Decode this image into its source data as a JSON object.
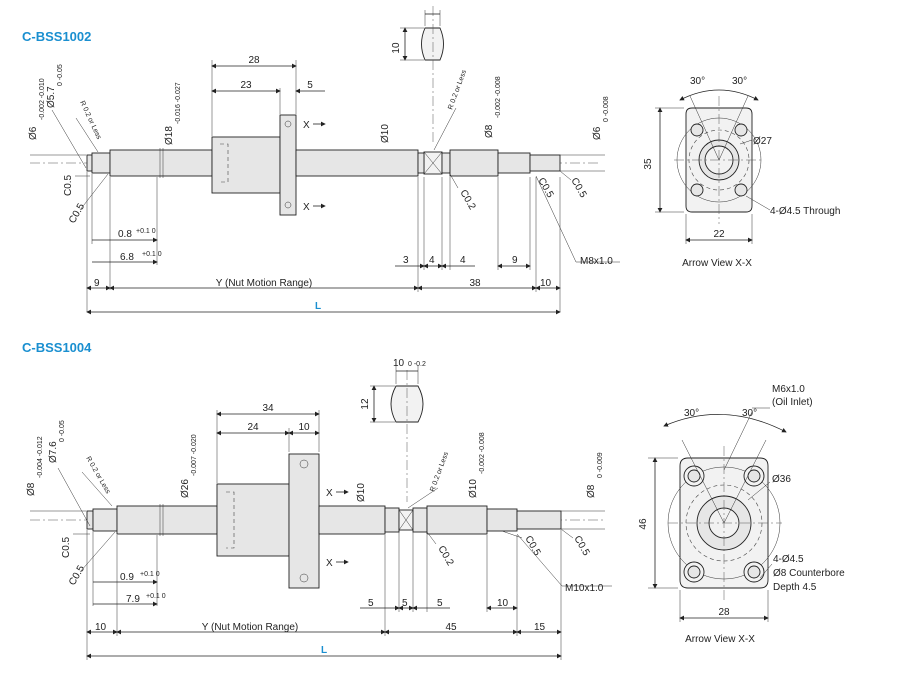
{
  "bss1002": {
    "title": "C-BSS1002",
    "flat_width": "10",
    "shaft_dia": "Ø6",
    "shaft_tol": "-0.002 -0.010",
    "journal_dia": "Ø5.7",
    "journal_tol": "0 -0.05",
    "fillet_left": "R 0.2 or Less",
    "nut_dia": "Ø18",
    "nut_tol": "-0.016 -0.027",
    "dim_28": "28",
    "dim_23": "23",
    "dim_5": "5",
    "x_mark": "X",
    "screw_dia": "Ø10",
    "fillet_right": "R 0.2 or Less",
    "bearing_dia": "Ø8",
    "bearing_tol": "-0.002 -0.008",
    "end_dia": "Ø6",
    "end_tol": "0 -0.008",
    "c05": "C0.5",
    "c02": "C0.2",
    "groove_a": "0.8",
    "groove_a_tol": "+0.1 0",
    "groove_b": "6.8",
    "groove_b_tol": "+0.1 0",
    "d3": "3",
    "d4a": "4",
    "d4b": "4",
    "d9r": "9",
    "thread": "M8x1.0",
    "d9l": "9",
    "y_range": "Y (Nut Motion Range)",
    "d38": "38",
    "d10": "10",
    "total": "L",
    "angle_a": "30°",
    "angle_b": "30°",
    "pcd": "Ø27",
    "height": "35",
    "holes": "4-Ø4.5 Through",
    "width": "22",
    "view": "Arrow View X-X"
  },
  "bss1004": {
    "title": "C-BSS1004",
    "flat_width": "10",
    "flat_tol": "0 -0.2",
    "flat_height": "12",
    "shaft_dia": "Ø8",
    "shaft_tol": "-0.004 -0.012",
    "journal_dia": "Ø7.6",
    "journal_tol": "0 -0.05",
    "fillet_left": "R 0.2 or Less",
    "nut_dia": "Ø26",
    "nut_tol": "-0.007 -0.020",
    "dim_34": "34",
    "dim_24": "24",
    "dim_10": "10",
    "x_mark": "X",
    "screw_dia": "Ø10",
    "fillet_right": "R 0.2 or Less",
    "bearing_dia": "Ø10",
    "bearing_tol": "-0.002 -0.008",
    "end_dia": "Ø8",
    "end_tol": "0 -0.009",
    "c05": "C0.5",
    "c02": "C0.2",
    "groove_a": "0.9",
    "groove_a_tol": "+0.1 0",
    "groove_b": "7.9",
    "groove_b_tol": "+0.1 0",
    "d5a": "5",
    "d5b": "5",
    "d5c": "5",
    "d10r": "10",
    "thread": "M10x1.0",
    "d10l": "10",
    "y_range": "Y (Nut Motion Range)",
    "d45": "45",
    "d15": "15",
    "total": "L",
    "oil": "M6x1.0",
    "oil2": "(Oil Inlet)",
    "angle_a": "30°",
    "angle_b": "30°",
    "pcd": "Ø36",
    "height": "46",
    "holes": "4-Ø4.5",
    "cbore": "Ø8 Counterbore",
    "depth": "Depth 4.5",
    "width": "28",
    "view": "Arrow View X-X"
  }
}
